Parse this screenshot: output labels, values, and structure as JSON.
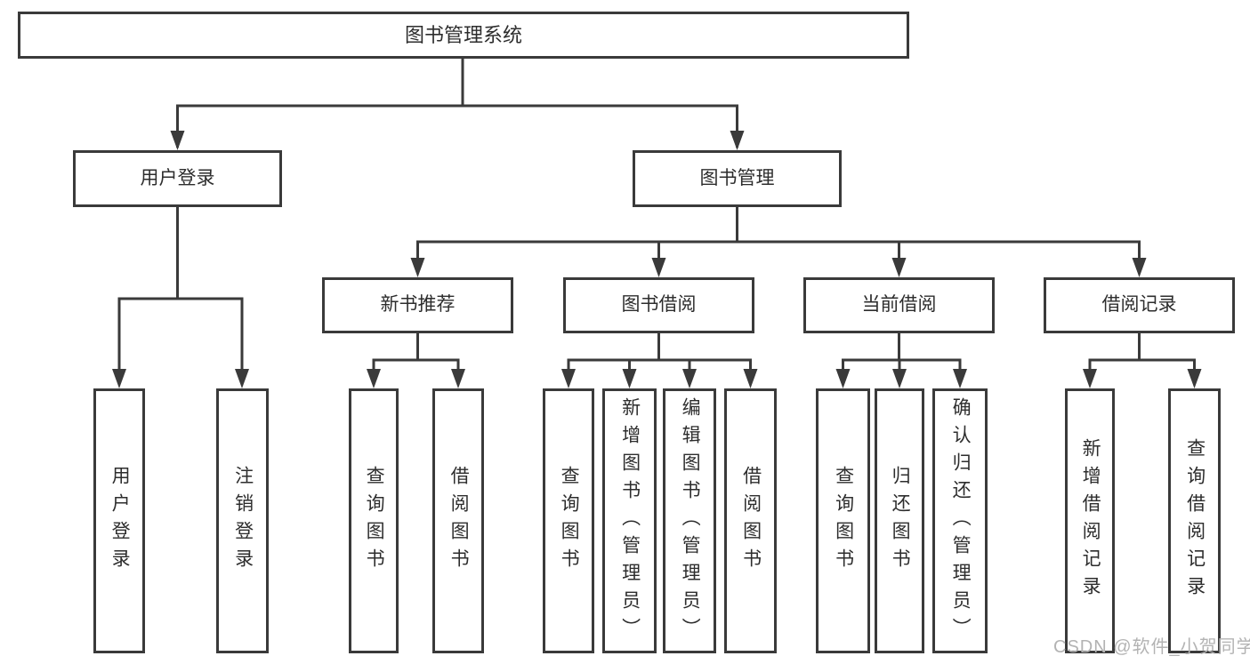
{
  "tree": {
    "root": {
      "label": "图书管理系统"
    },
    "branches": [
      {
        "label": "用户登录",
        "children": [
          {
            "label": "用户登录"
          },
          {
            "label": "注销登录"
          }
        ]
      },
      {
        "label": "图书管理",
        "groups": [
          {
            "label": "新书推荐",
            "children": [
              {
                "label": "查询图书"
              },
              {
                "label": "借阅图书"
              }
            ]
          },
          {
            "label": "图书借阅",
            "children": [
              {
                "label": "查询图书"
              },
              {
                "label": "新增图书（管理员）"
              },
              {
                "label": "编辑图书（管理员）"
              },
              {
                "label": "借阅图书"
              }
            ]
          },
          {
            "label": "当前借阅",
            "children": [
              {
                "label": "查询图书"
              },
              {
                "label": "归还图书"
              },
              {
                "label": "确认归还（管理员）"
              }
            ]
          },
          {
            "label": "借阅记录",
            "children": [
              {
                "label": "新增借阅记录"
              },
              {
                "label": "查询借阅记录"
              }
            ]
          }
        ]
      }
    ]
  },
  "watermark": "CSDN @软件_小贺同学",
  "colors": {
    "line": "#3a3a3a",
    "text": "#2d2d2d",
    "watermark": "#b3b3b3",
    "background": "#ffffff"
  }
}
